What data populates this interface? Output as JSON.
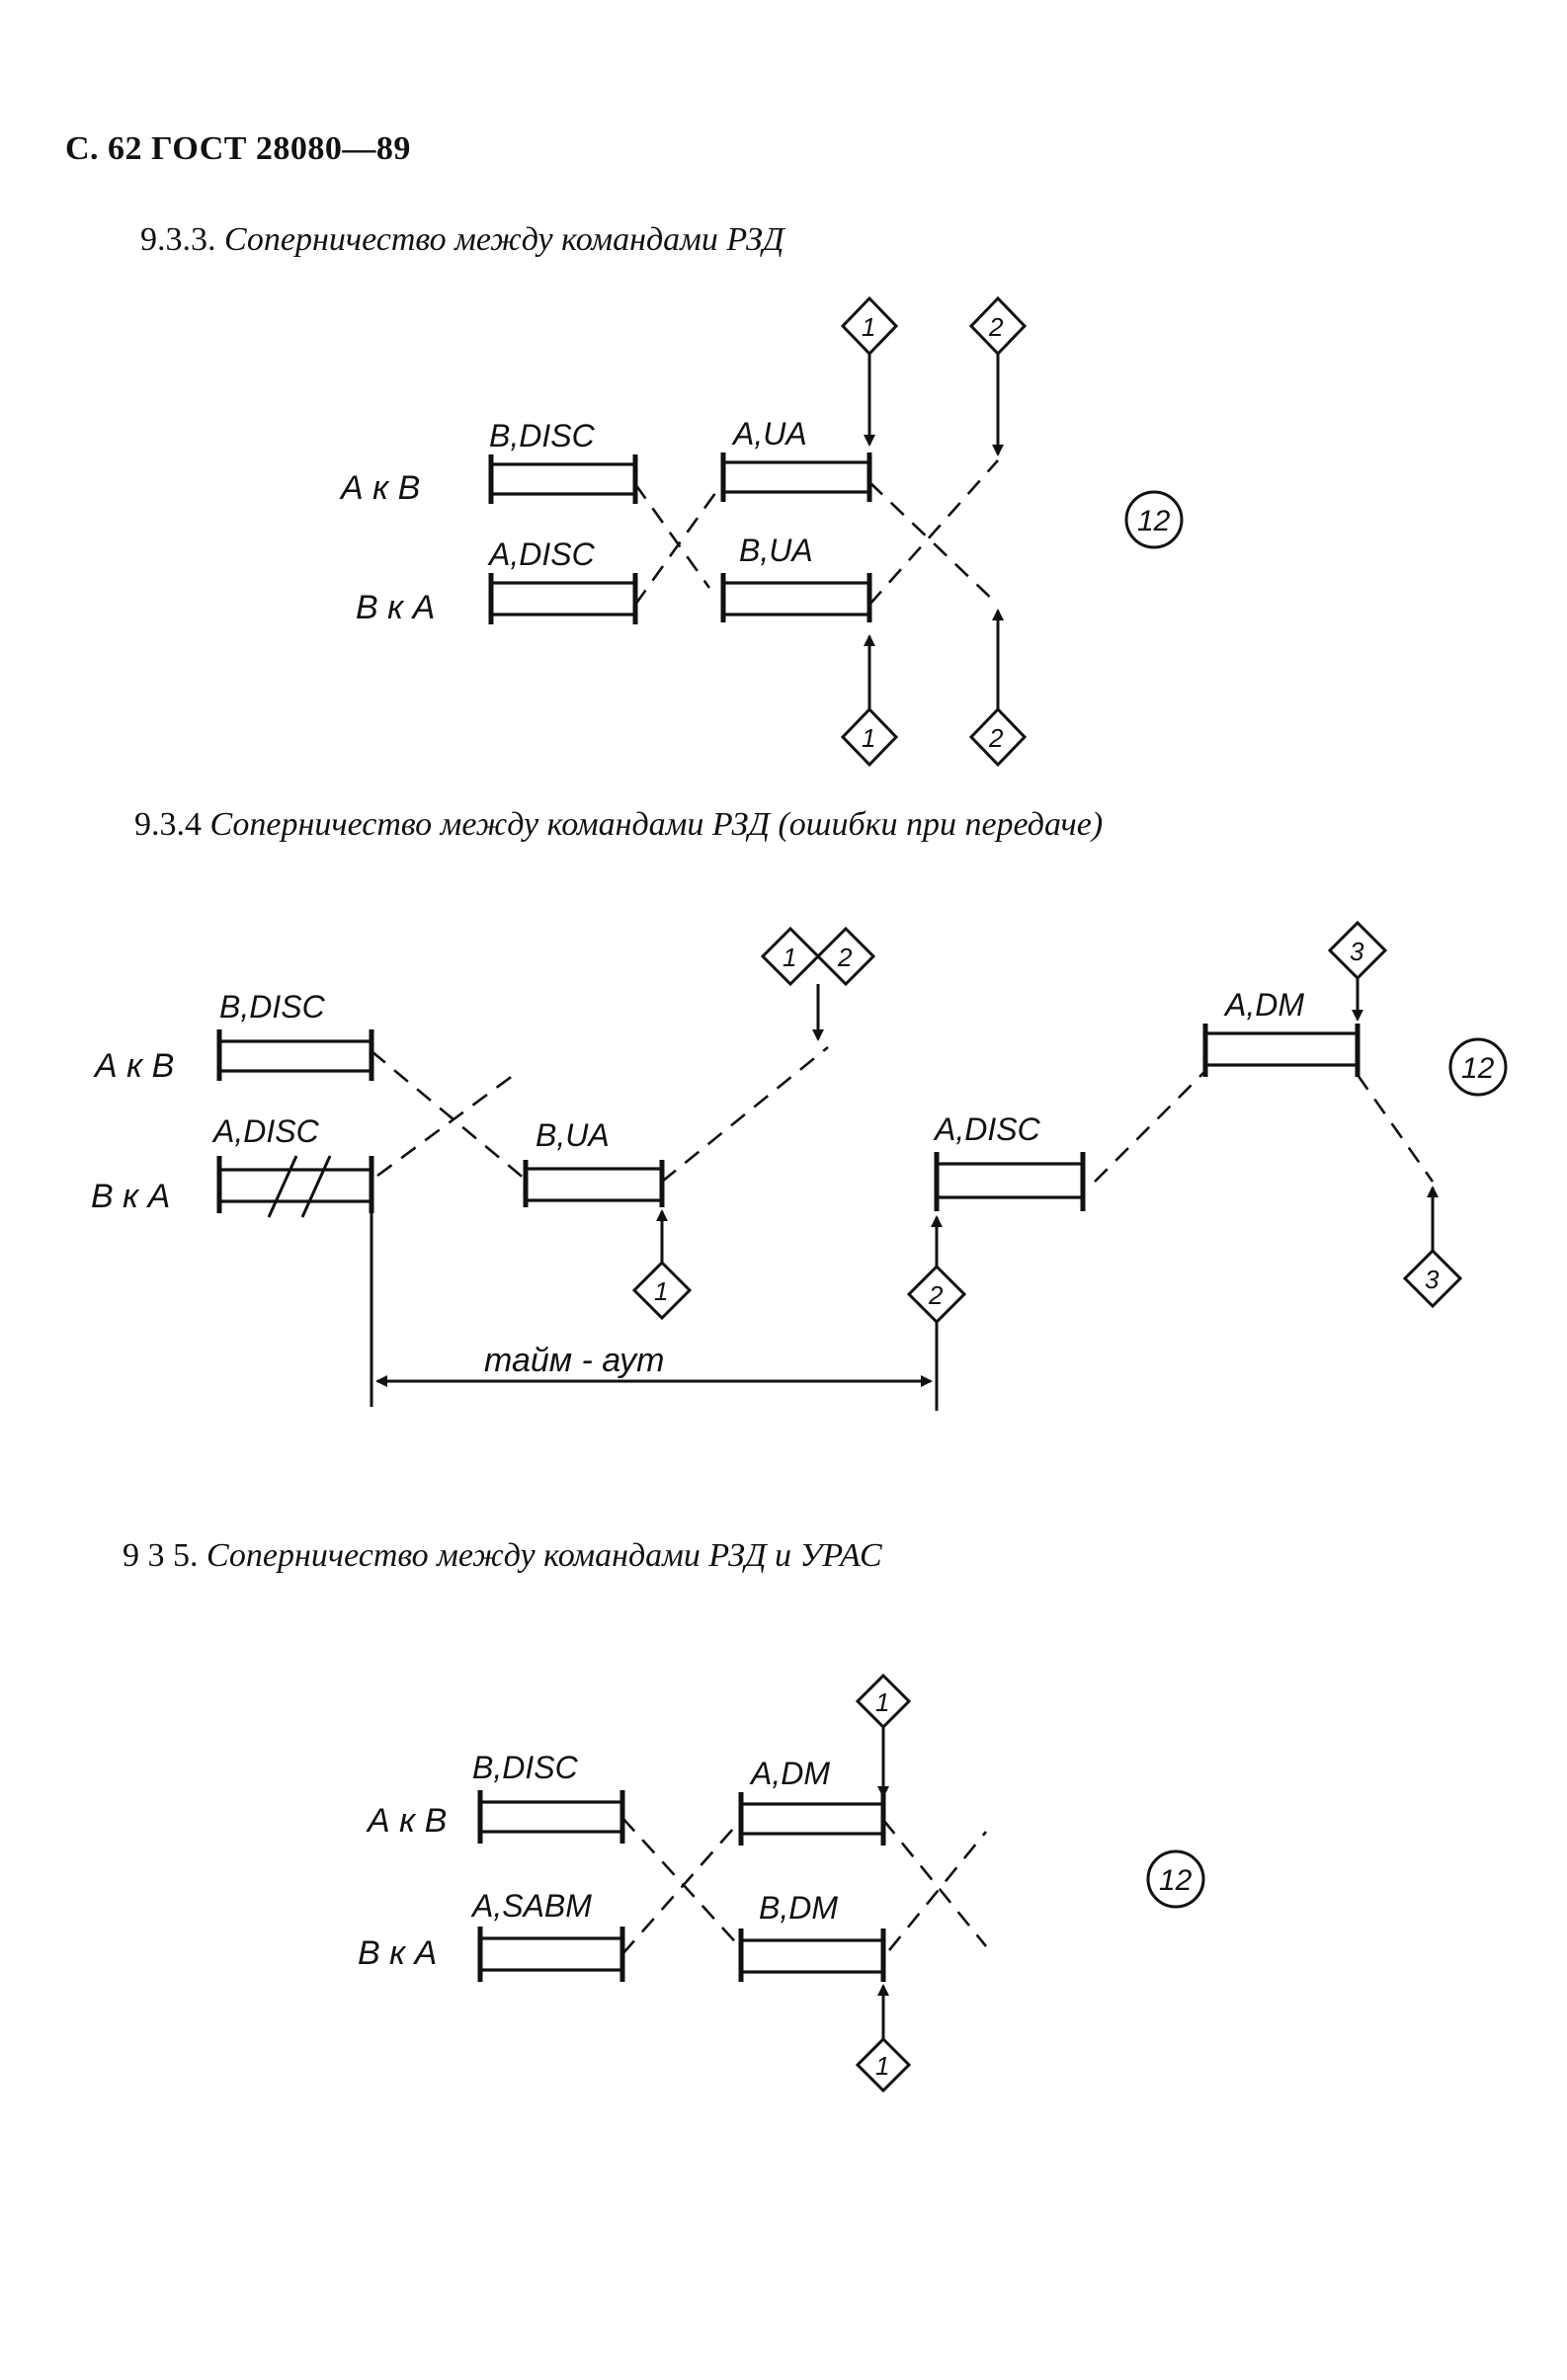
{
  "header": {
    "text": "С. 62 ГОСТ 28080—89"
  },
  "sections": [
    {
      "number": "9.3.3.",
      "title": "Соперничество между командами РЗД",
      "rows": [
        "А к В",
        "В к А"
      ],
      "frames": [
        "B,DISC",
        "A,UA",
        "A,DISC",
        "B,UA"
      ],
      "markers_top": [
        "1",
        "2"
      ],
      "markers_bottom": [
        "1",
        "2"
      ],
      "circle": "12"
    },
    {
      "number": "9.3.4",
      "title": "Соперничество между командами РЗД (ошибки при передаче)",
      "rows": [
        "А к В",
        "В к А"
      ],
      "frames": [
        "B,DISC",
        "A,DISC",
        "B,UA",
        "A,DISC",
        "A,DM"
      ],
      "markers_top": [
        "1",
        "2",
        "3"
      ],
      "markers_bottom": [
        "1",
        "2",
        "3"
      ],
      "timeout_label": "тайм - аут",
      "circle": "12"
    },
    {
      "number": "9 3 5.",
      "title": "Соперничество между командами РЗД и УРАС",
      "rows": [
        "А к В",
        "В к А"
      ],
      "frames": [
        "B,DISC",
        "A,DM",
        "A,SABM",
        "B,DM"
      ],
      "markers_top": [
        "1"
      ],
      "markers_bottom": [
        "1"
      ],
      "circle": "12"
    }
  ]
}
